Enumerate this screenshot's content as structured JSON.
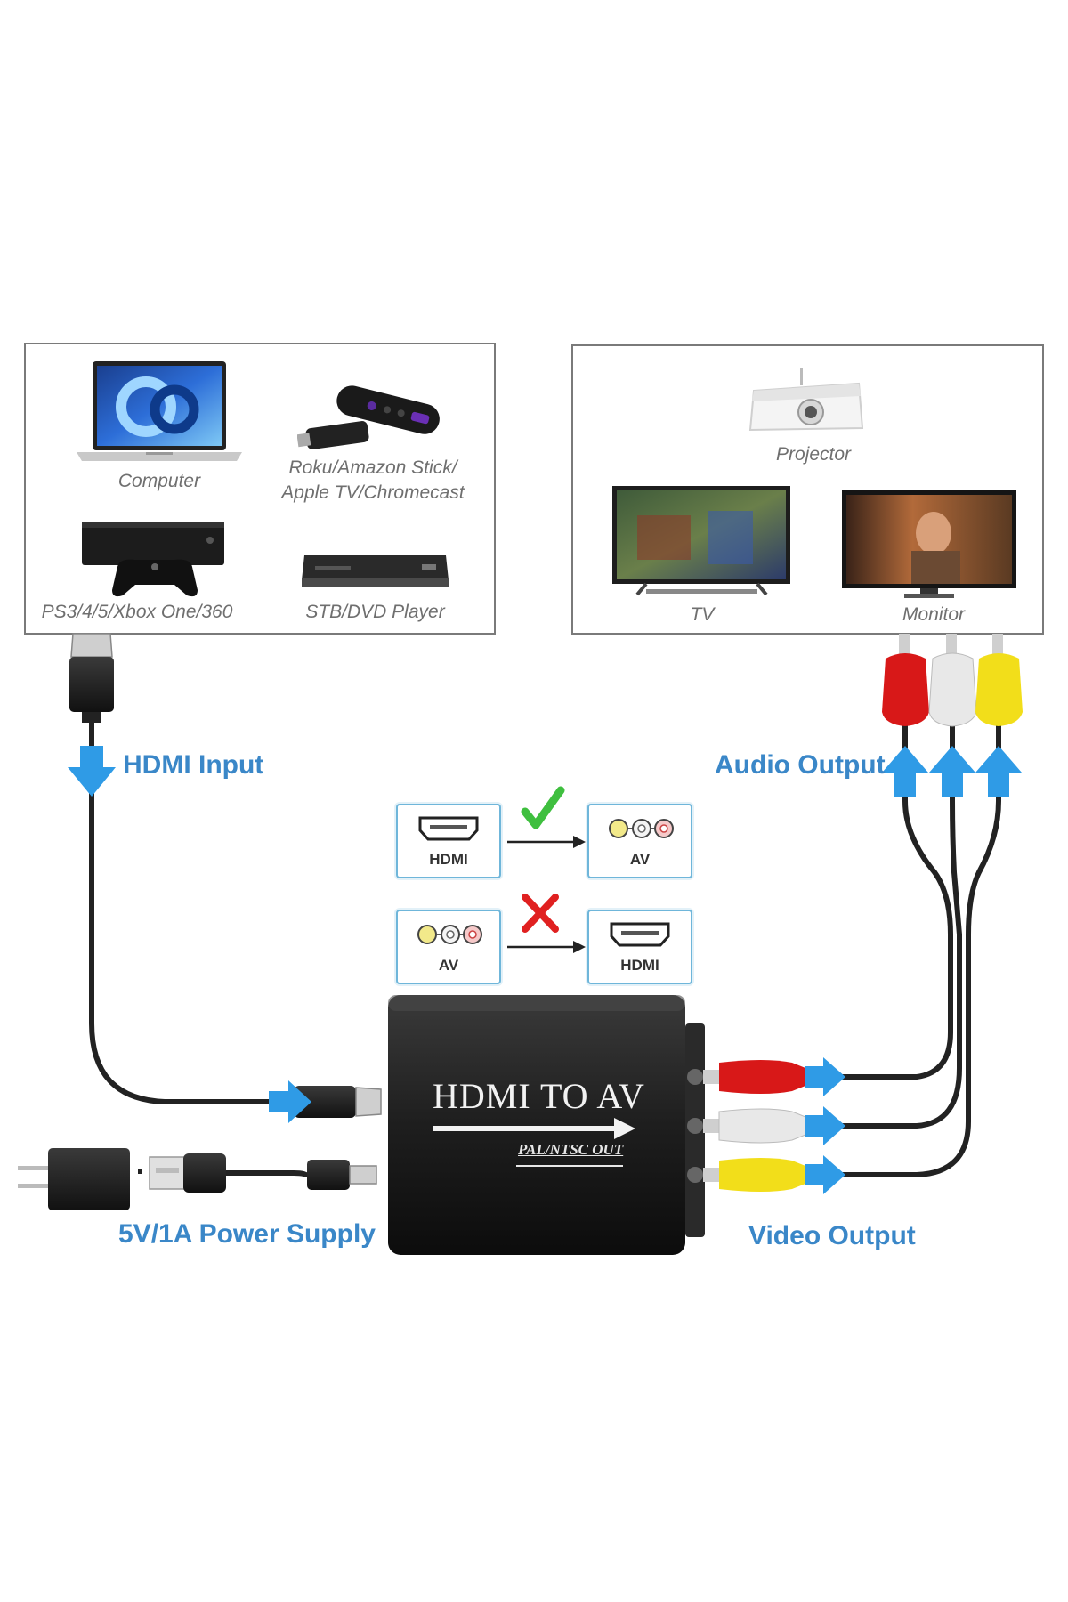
{
  "sources": {
    "computer": "Computer",
    "streaming_line1": "Roku/Amazon Stick/",
    "streaming_line2": "Apple TV/Chromecast",
    "consoles": "PS3/4/5/Xbox One/360",
    "stb": "STB/DVD Player"
  },
  "displays": {
    "projector": "Projector",
    "tv": "TV",
    "monitor": "Monitor"
  },
  "labels": {
    "hdmi_input": "HDMI Input",
    "audio_output": "Audio Output",
    "power_supply": "5V/1A Power Supply",
    "video_output": "Video Output"
  },
  "compatibility": {
    "supported": {
      "from": "HDMI",
      "to": "AV",
      "status": "supported"
    },
    "unsupported": {
      "from": "AV",
      "to": "HDMI",
      "status": "not-supported"
    }
  },
  "converter": {
    "title": "HDMI TO AV",
    "subtitle": "PAL/NTSC OUT"
  },
  "colors": {
    "accent_blue": "#3a87c8",
    "arrow_blue": "#2f9be6",
    "check_green": "#3fbf3f",
    "cross_red": "#e02020",
    "rca_red": "#d81818",
    "rca_white": "#e8e8e8",
    "rca_yellow": "#f2de1a"
  },
  "icons": [
    "laptop-icon",
    "streaming-stick-icon",
    "game-console-icon",
    "set-top-box-icon",
    "projector-icon",
    "tv-icon",
    "monitor-icon",
    "hdmi-port-icon",
    "rca-jacks-icon",
    "checkmark-icon",
    "cross-icon",
    "usb-power-adapter-icon"
  ]
}
